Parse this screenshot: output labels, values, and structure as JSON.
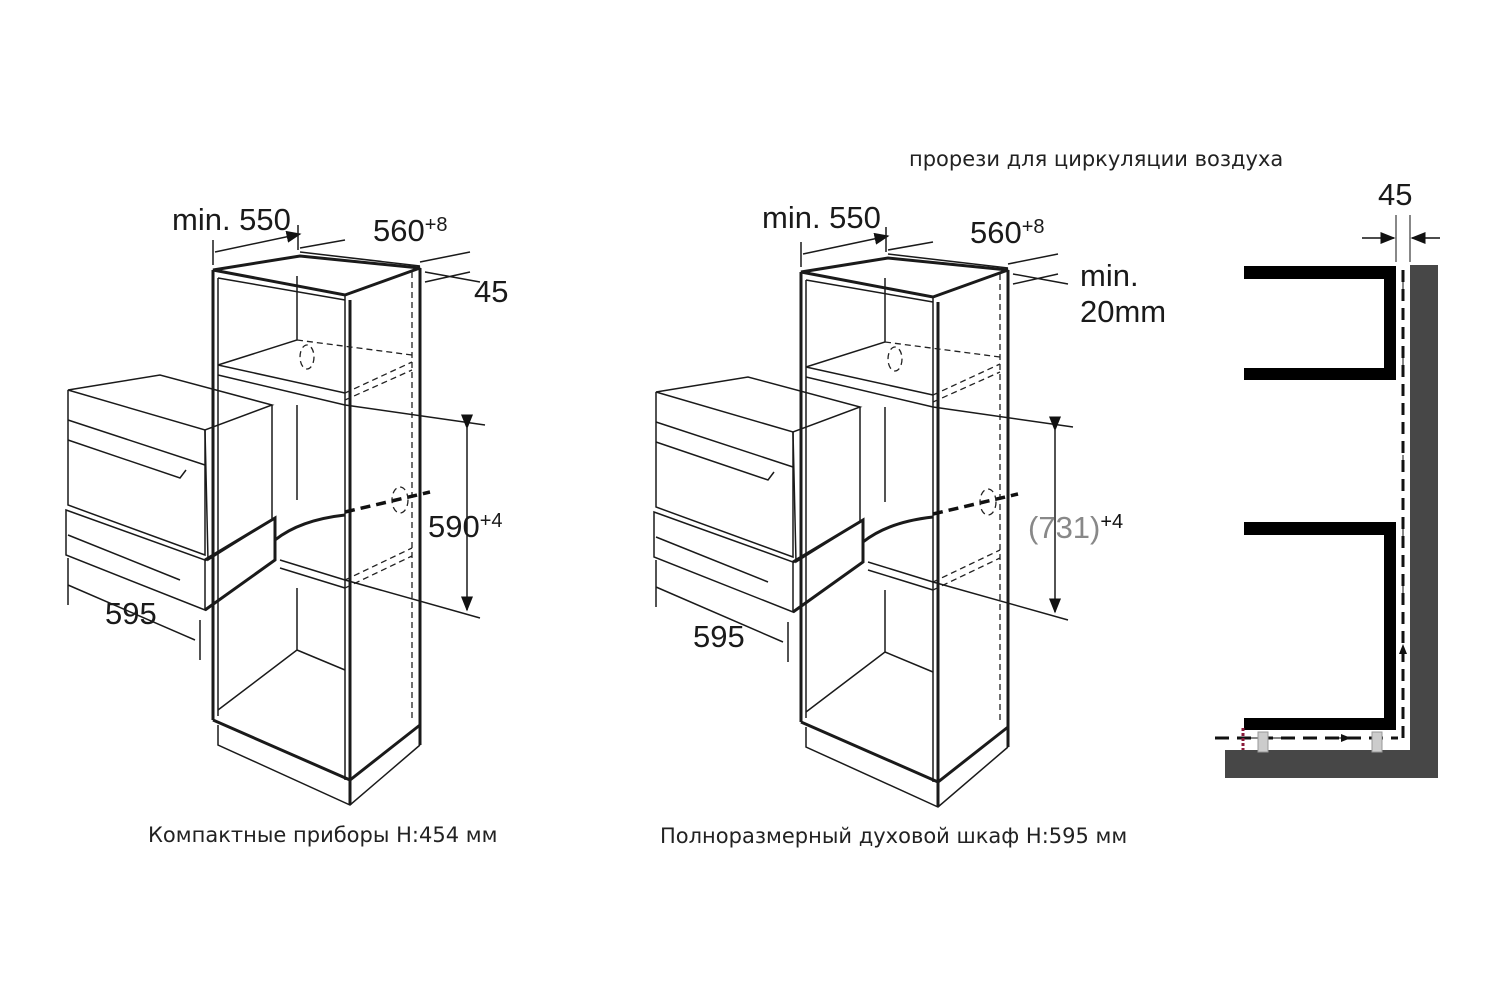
{
  "compact": {
    "min_depth": "min. 550",
    "cabinet_depth": "560",
    "cabinet_depth_tol": "+8",
    "vent_gap": "45",
    "niche_height": "590",
    "niche_height_tol": "+4",
    "width": "595",
    "caption": "Компактные приборы Н:454 мм"
  },
  "fullsize": {
    "min_depth": "min. 550",
    "cabinet_depth": "560",
    "cabinet_depth_tol": "+8",
    "vent_gap_line1": "min.",
    "vent_gap_line2": "20mm",
    "niche_height": "(731)",
    "niche_height_tol": "+4",
    "width": "595",
    "caption": "Полноразмерный духовой шкаф Н:595 мм"
  },
  "airflow": {
    "title": "прорези для циркуляции воздуха",
    "gap": "45",
    "wall_color": "#474747"
  }
}
